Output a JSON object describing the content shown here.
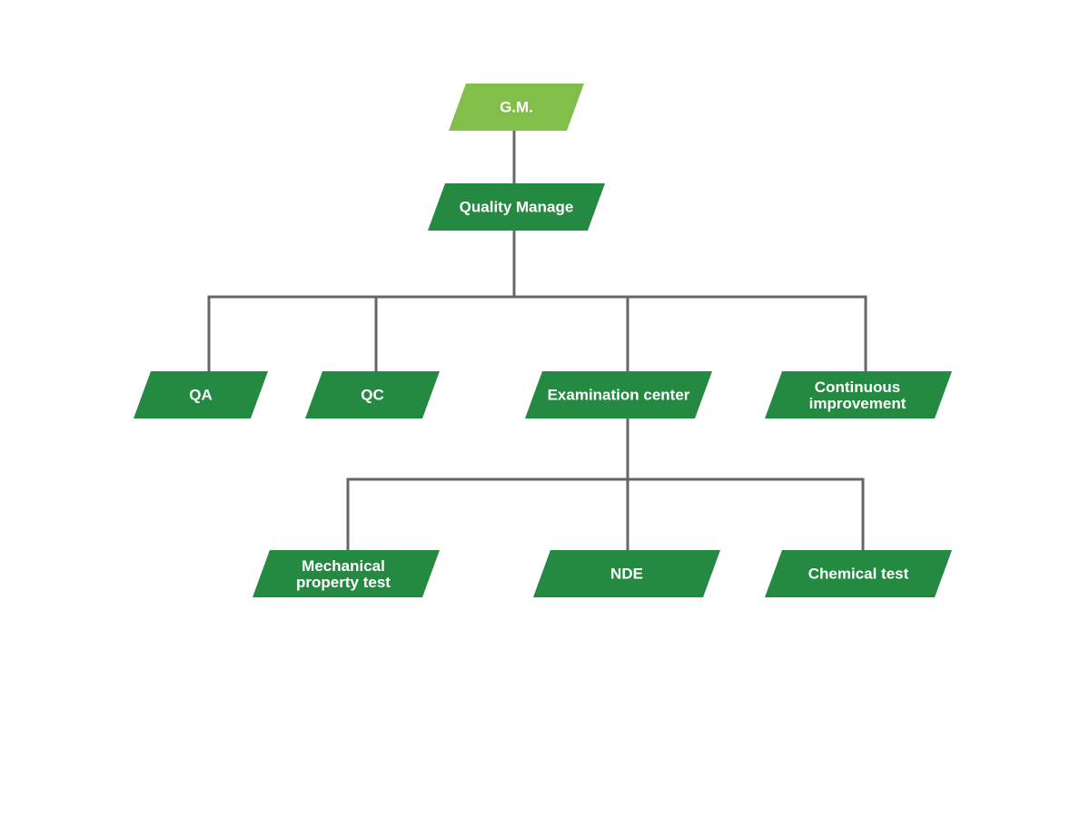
{
  "colors": {
    "root_fill": "#82be4a",
    "node_fill": "#248a42",
    "connector": "#666666",
    "text": "#ffffff"
  },
  "org": {
    "root": {
      "label": "G.M."
    },
    "quality_manage": {
      "label": "Quality Manage"
    },
    "departments": [
      {
        "label": "QA"
      },
      {
        "label": "QC"
      },
      {
        "label": "Examination center"
      },
      {
        "label": "Continuous improvement"
      }
    ],
    "exam_units": [
      {
        "label": "Mechanical property test"
      },
      {
        "label": "NDE"
      },
      {
        "label": "Chemical test"
      }
    ]
  }
}
